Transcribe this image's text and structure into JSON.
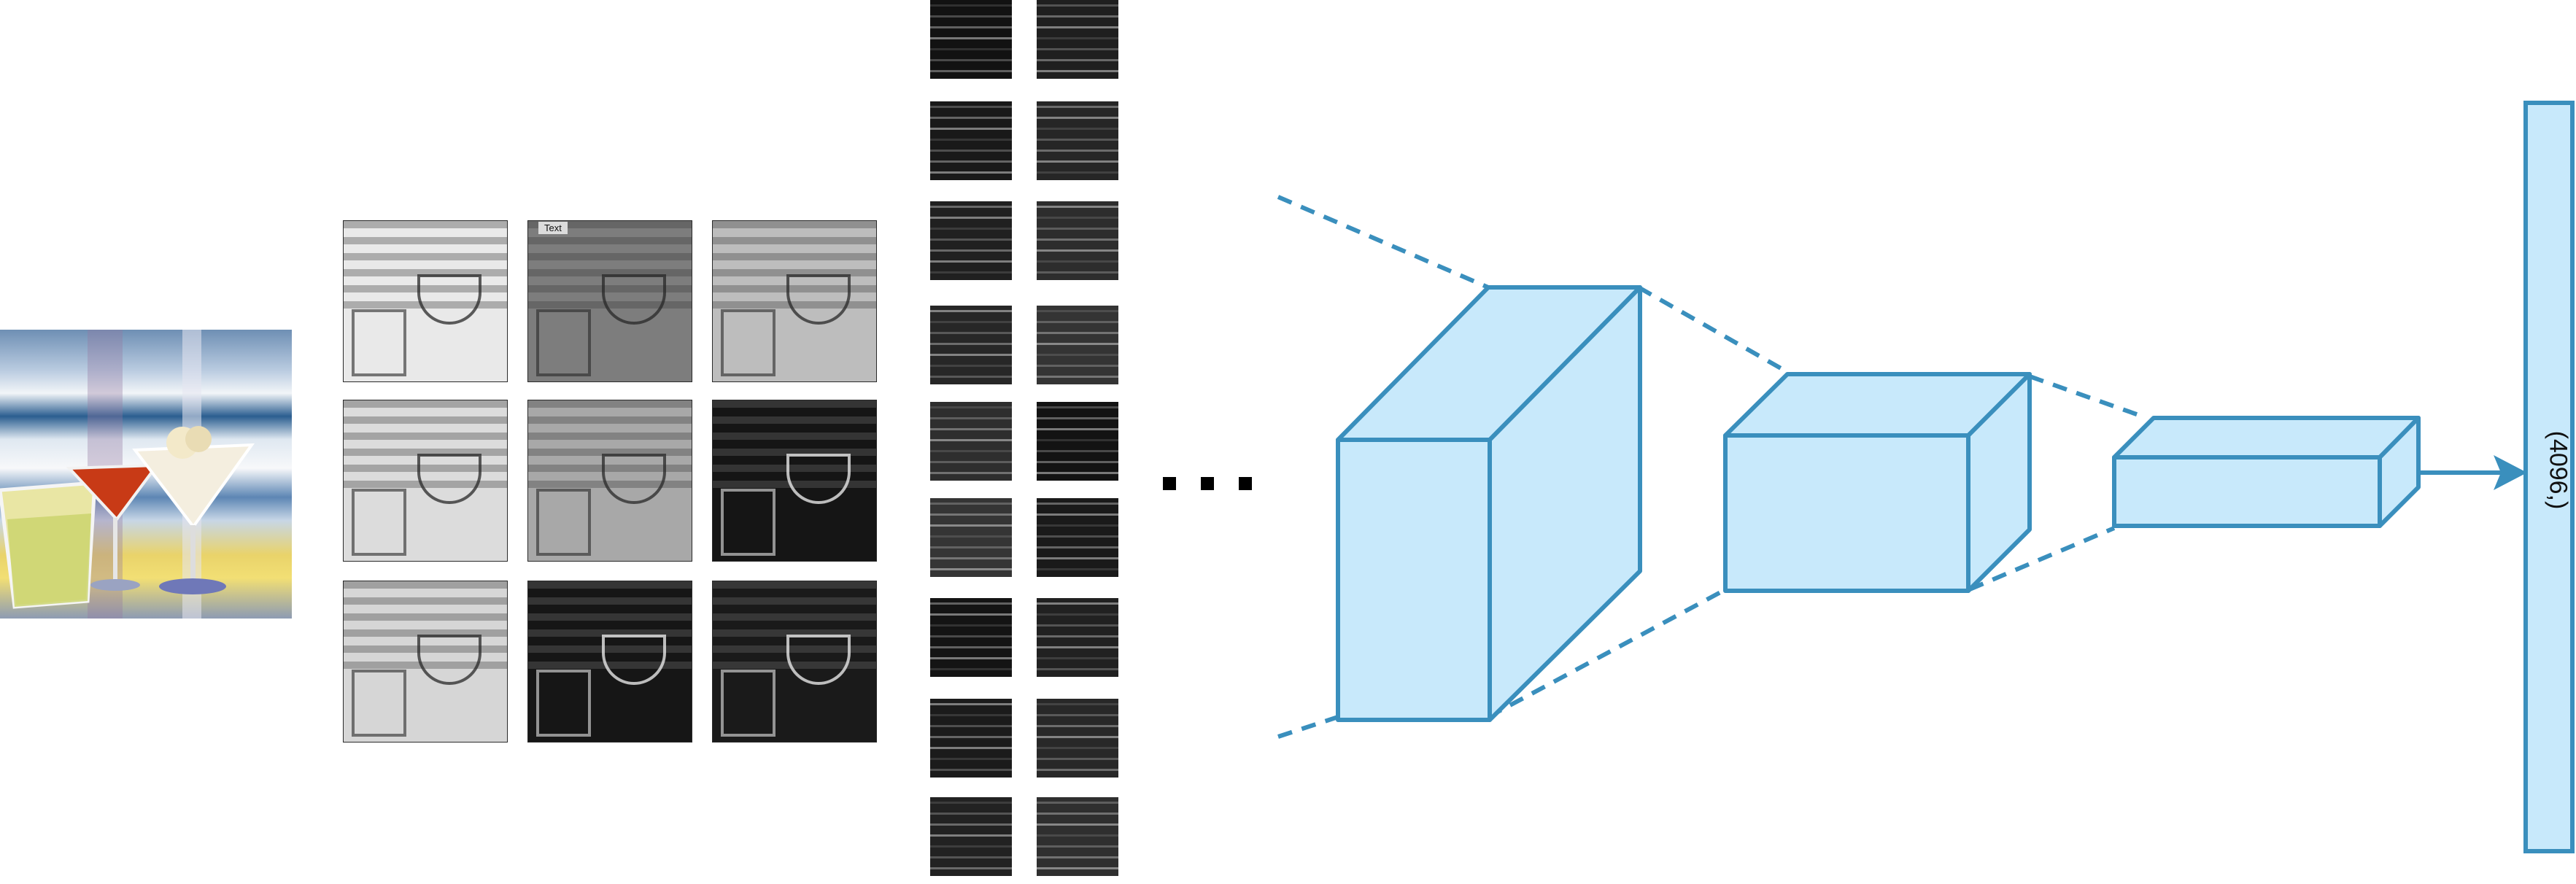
{
  "diagram": {
    "feature_map_tag": "Text",
    "ellipsis": "...",
    "fc_label": "(4096,)",
    "colors": {
      "block_fill": "#c8e9fb",
      "block_stroke": "#3a8fbd",
      "dash": "#3a8fbd"
    },
    "icons": {
      "input": "cocktail-photo",
      "arrow": "arrow-right-icon"
    }
  }
}
